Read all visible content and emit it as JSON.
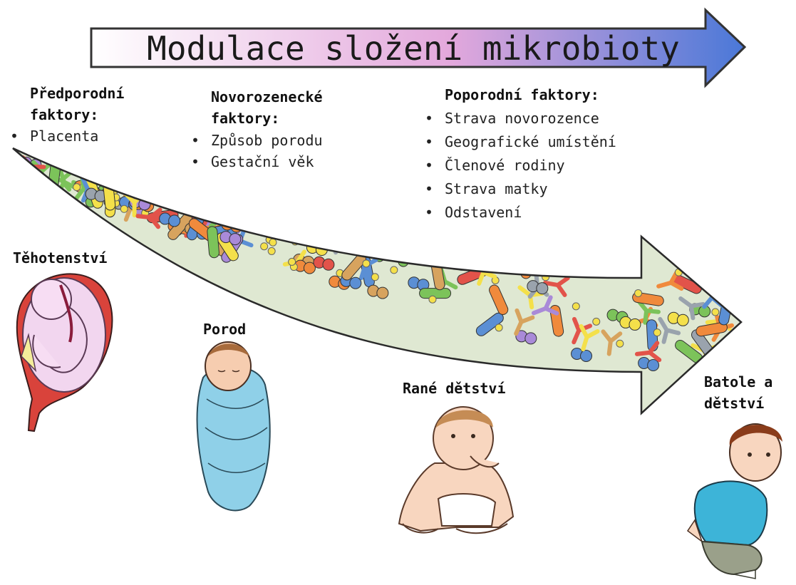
{
  "title": "Modulace složení mikrobioty",
  "factor_groups": [
    {
      "heading_lines": [
        "Předporodní",
        "faktory:"
      ],
      "items": [
        "Placenta"
      ]
    },
    {
      "heading_lines": [
        "Novorozenecké",
        "faktory:"
      ],
      "items": [
        "Způsob porodu",
        "Gestační věk"
      ]
    },
    {
      "heading_lines": [
        "Poporodní faktory:"
      ],
      "items": [
        "Strava novorozence",
        "Geografické umístění",
        "Členové rodiny",
        "Strava matky",
        "Odstavení"
      ]
    }
  ],
  "stages": [
    {
      "lines": [
        "Těhotenství"
      ],
      "illustration": "fetus-in-womb"
    },
    {
      "lines": [
        "Porod"
      ],
      "illustration": "swaddled-newborn"
    },
    {
      "lines": [
        "Rané dětství"
      ],
      "illustration": "sitting-baby"
    },
    {
      "lines": [
        "Batole a",
        "dětství"
      ],
      "illustration": "crouching-toddler"
    }
  ],
  "bullet": "•",
  "colors": {
    "title_arrow_start": "#ffffff",
    "title_arrow_mid": "#e3a8dc",
    "title_arrow_end": "#4a78d8",
    "band_fill": "#dfe8d2",
    "microbe_blue": "#5b8fd4",
    "microbe_orange": "#f08a3c",
    "microbe_red": "#e2534a",
    "microbe_green": "#7cc35a",
    "microbe_purple": "#a98ad8",
    "microbe_tan": "#d7a35e",
    "microbe_yellow": "#f4e04a",
    "microbe_gray": "#9aa3ad"
  }
}
